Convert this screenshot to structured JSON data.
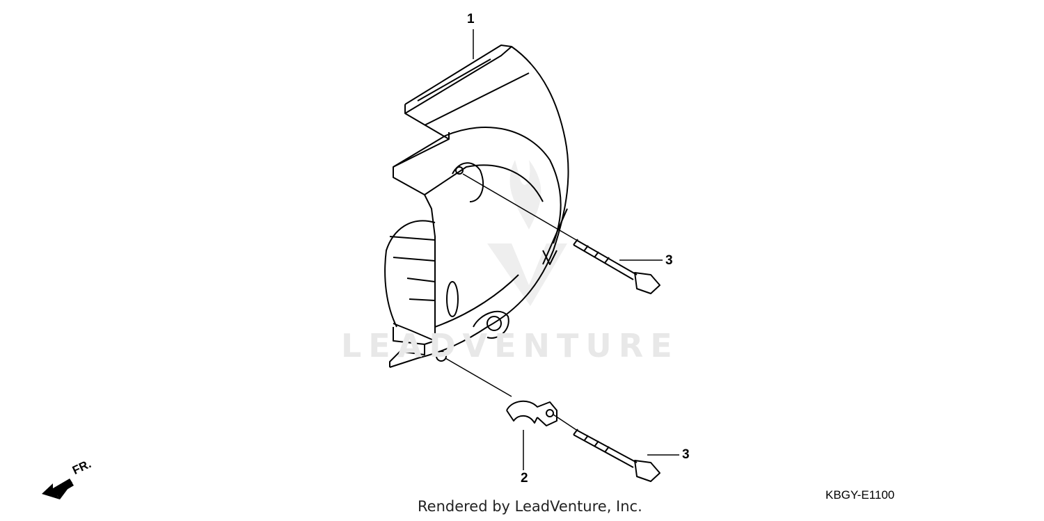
{
  "diagram": {
    "callouts": [
      {
        "number": "1"
      },
      {
        "number": "2"
      },
      {
        "number": "3"
      },
      {
        "number": "3"
      }
    ],
    "direction_indicator": "FR.",
    "diagram_code": "KBGY-E1100",
    "watermark": "LEADVENTURE",
    "footer": "Rendered by LeadVenture, Inc."
  }
}
